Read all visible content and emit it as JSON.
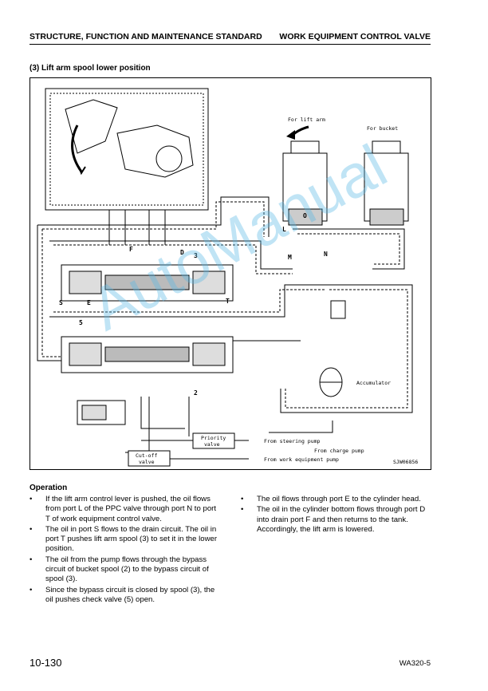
{
  "header": {
    "left": "STRUCTURE, FUNCTION AND MAINTENANCE STANDARD",
    "right": "WORK EQUIPMENT CONTROL VALVE"
  },
  "section_title": "(3) Lift arm spool lower position",
  "figure": {
    "for_lift_arm": "For lift arm",
    "for_bucket": "For bucket",
    "accumulator": "Accumulator",
    "priority_valve_1": "Priority",
    "priority_valve_2": "valve",
    "cutoff_valve_1": "Cut-off",
    "cutoff_valve_2": "valve",
    "from_steering_pump": "From steering pump",
    "from_charge_pump": "From charge pump",
    "from_work_equipment_pump": "From work equipment pump",
    "figure_code": "SJW06856",
    "labels": {
      "F": "F",
      "D": "D",
      "three": "3",
      "S": "S",
      "E": "E",
      "T": "T",
      "five": "5",
      "two": "2",
      "L": "L",
      "M": "M",
      "N": "N",
      "O": "O"
    }
  },
  "operation": {
    "title": "Operation",
    "left_items": [
      "If the lift arm control lever is pushed, the oil flows from port L of the PPC valve through port N to port T of work equipment control valve.",
      "The oil in port S flows to the drain circuit. The oil in port T pushes lift arm spool (3) to set it in the lower position.",
      "The oil from the pump flows through the bypass circuit of bucket spool (2) to the bypass circuit of spool (3).",
      "Since the bypass circuit is closed by spool (3), the oil pushes check valve (5) open."
    ],
    "right_items": [
      "The oil flows through port E to the cylinder head.",
      "The oil in the cylinder bottom flows through port D into drain port F and then returns to the tank. Accordingly, the lift arm is lowered."
    ]
  },
  "footer": {
    "page_number": "10-130",
    "model": "WA320-5"
  },
  "watermark": "AutoManual"
}
